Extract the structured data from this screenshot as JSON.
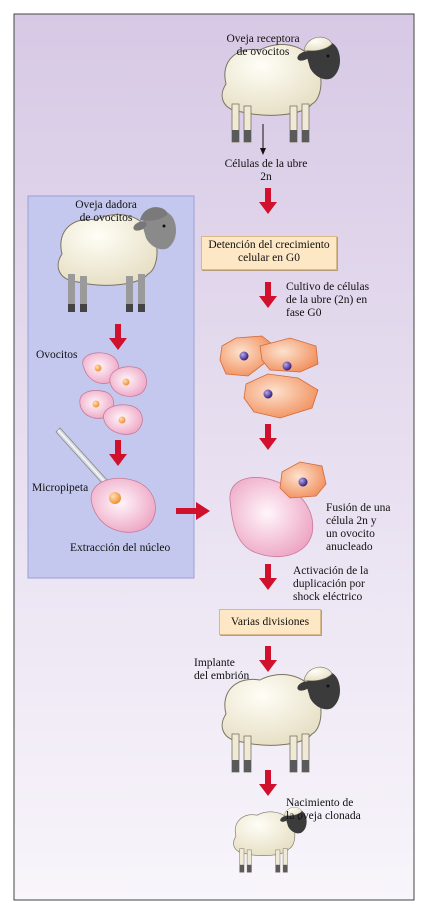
{
  "labels": {
    "recipient_sheep": "Oveja receptora\nde ovocitos",
    "udder_cells": "Células de la ubre\n2n",
    "donor_sheep": "Oveja dadora\nde ovocitos",
    "growth_arrest": "Detención del crecimiento\ncelular en G0",
    "udder_culture": "Cultivo de células\nde la ubre (2n) en\nfase G0",
    "oocytes": "Ovocitos",
    "micropipette": "Micropipeta",
    "nucleus_extraction": "Extracción del núcleo",
    "fusion": "Fusión de una\ncélula 2n y\nun ovocito\nanucleado",
    "activation": "Activación de la\nduplicación por\nshock eléctrico",
    "several_divisions": "Varias divisiones",
    "embryo_implant": "Implante\ndel embrión",
    "clone_birth": "Nacimiento de\nla oveja clonada"
  },
  "colors": {
    "background_top": "#d9cce6",
    "background_bottom": "#f7f3fa",
    "donor_panel": "#c4c8ee",
    "arrow": "#d0102c",
    "box_fill": "#fde7c4",
    "udder_cell": "#f6935f",
    "oocyte": "#f7c3d7",
    "nucleus": "#4a2a8a"
  }
}
